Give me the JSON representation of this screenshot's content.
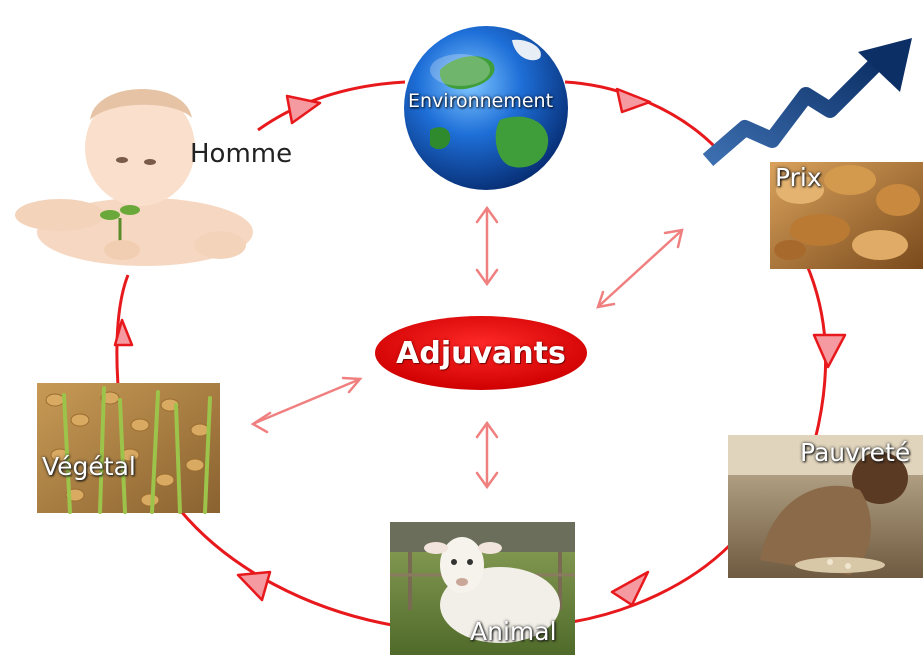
{
  "center": {
    "label": "Adjuvants",
    "color": "#e00000"
  },
  "nodes": {
    "homme": {
      "label": "Homme",
      "icon": "baby-with-sprout-image"
    },
    "environnement": {
      "label": "Environnement",
      "icon": "earth-globe-image"
    },
    "prix": {
      "label": "Prix",
      "icon": "bread-image"
    },
    "trend": {
      "icon": "rising-trend-arrow-icon"
    },
    "pauvrete": {
      "label": "Pauvreté",
      "icon": "poor-child-image"
    },
    "animal": {
      "label": "Animal",
      "icon": "sheep-image"
    },
    "vegetal": {
      "label": "Végétal",
      "icon": "wheat-sprouts-image"
    }
  },
  "colors": {
    "cycle": "#e8191c",
    "link_arrow": "#f08080"
  }
}
